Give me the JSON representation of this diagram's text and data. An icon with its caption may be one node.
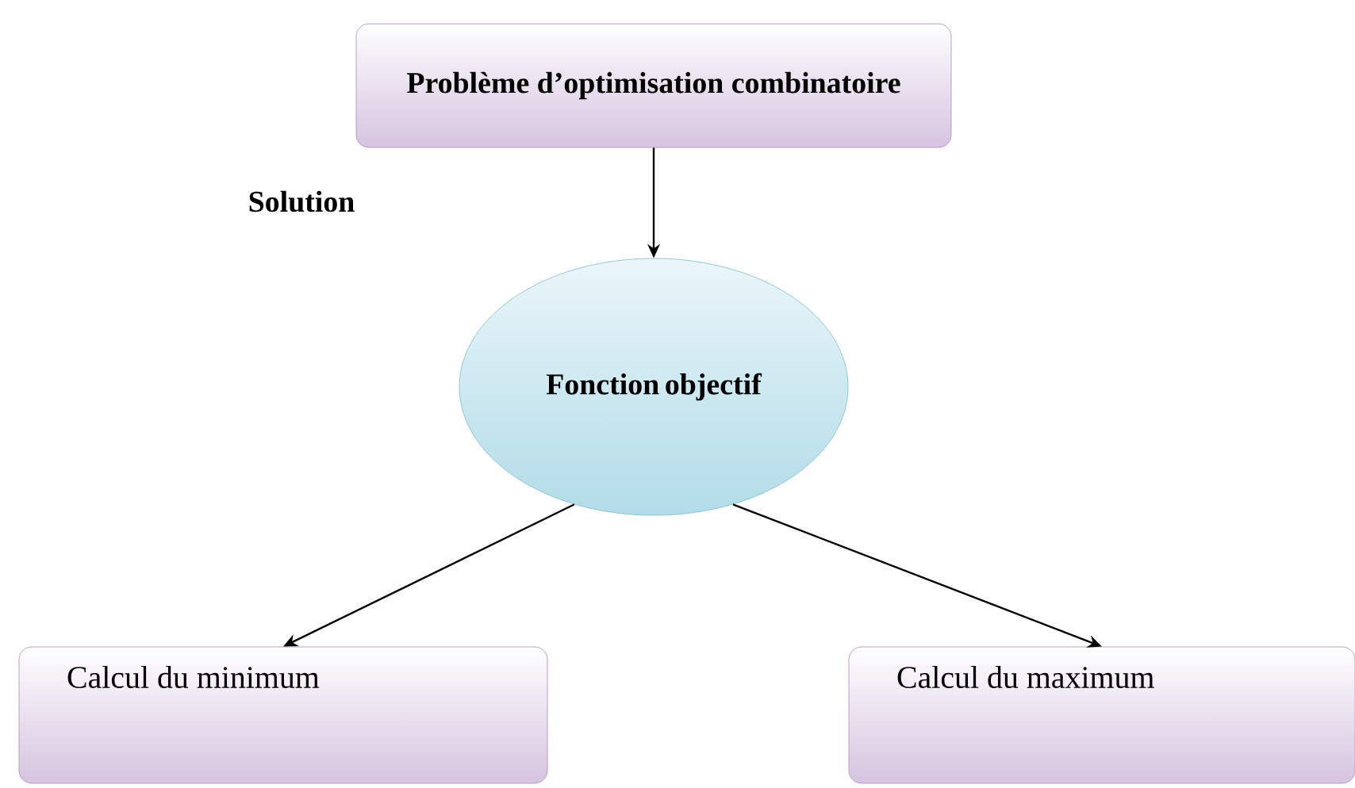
{
  "diagram": {
    "nodes": [
      {
        "text": [
          "Problème d’optimisation combinatoire"
        ]
      },
      {
        "text": [
          "Fonction objectif"
        ]
      },
      {
        "text": [
          "Calcul du minimum"
        ]
      },
      {
        "text": [
          "Calcul du maximum"
        ]
      }
    ],
    "edges": [
      {
        "from": 0,
        "to": 1,
        "arrow": "to"
      },
      {
        "from": 1,
        "to": 2,
        "arrow": "to"
      },
      {
        "from": 1,
        "to": 3,
        "arrow": "to"
      }
    ],
    "labels": [
      "Solution"
    ]
  }
}
